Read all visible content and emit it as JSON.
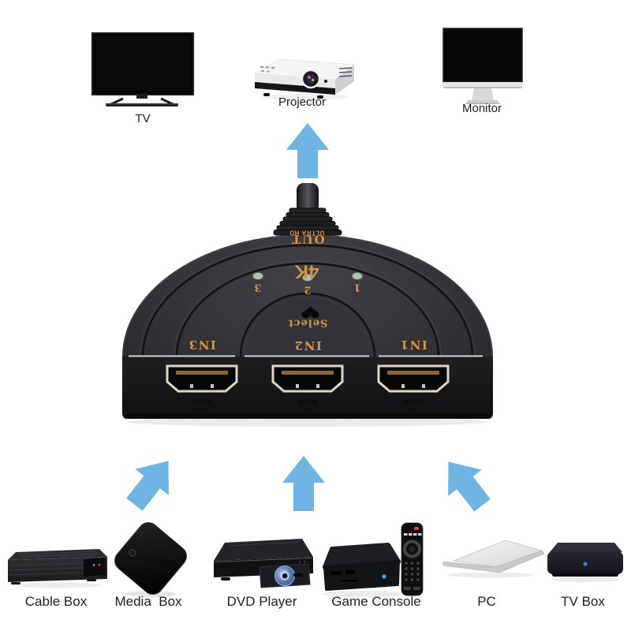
{
  "colors": {
    "arrow_blue": "#6fb5e3",
    "gold_text": "#d0954c",
    "led_green": "#b2c1af",
    "device_body": "#2a2a2e",
    "background": "#ffffff"
  },
  "outputs": [
    {
      "label": "TV"
    },
    {
      "label": "Projector"
    },
    {
      "label": "Monitor"
    }
  ],
  "hdmi_switch": {
    "out_port_label": "OUT",
    "logo_main": "4K",
    "logo_sub": "ULTRA HD",
    "select_label": "Select",
    "led_channels": [
      {
        "number": "3"
      },
      {
        "number": "2"
      },
      {
        "number": "1"
      }
    ],
    "input_ports": [
      {
        "label": "IN3"
      },
      {
        "label": "IN2"
      },
      {
        "label": "IN1"
      }
    ]
  },
  "sources": [
    {
      "label": "Cable Box"
    },
    {
      "label": "Media  Box"
    },
    {
      "label": "DVD Player"
    },
    {
      "label": "Game Console"
    },
    {
      "label": "PC"
    },
    {
      "label": "TV Box"
    }
  ]
}
